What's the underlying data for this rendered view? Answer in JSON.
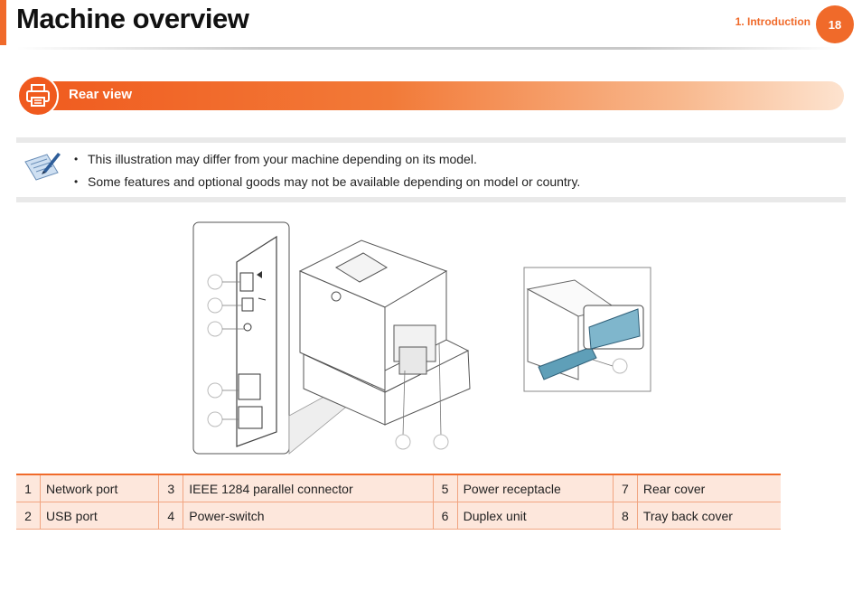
{
  "header": {
    "title": "Machine overview",
    "chapter": "1.  Introduction",
    "page": "18"
  },
  "section": {
    "title": "Rear view",
    "icon": "printer-icon"
  },
  "note": {
    "icon": "note-pen-icon",
    "items": [
      "This illustration may differ from your machine depending on its model.",
      "Some features and optional goods may not be available depending on model or country."
    ]
  },
  "legend": {
    "rows": [
      [
        {
          "num": "1",
          "label": "Network port"
        },
        {
          "num": "3",
          "label": "IEEE 1284 parallel connector"
        },
        {
          "num": "5",
          "label": "Power receptacle"
        },
        {
          "num": "7",
          "label": "Rear cover"
        }
      ],
      [
        {
          "num": "2",
          "label": "USB port"
        },
        {
          "num": "4",
          "label": "Power-switch"
        },
        {
          "num": "6",
          "label": "Duplex unit"
        },
        {
          "num": "8",
          "label": "Tray back cover"
        }
      ]
    ]
  },
  "colors": {
    "accent": "#f06a2a",
    "table_fill": "#fde7dc"
  }
}
